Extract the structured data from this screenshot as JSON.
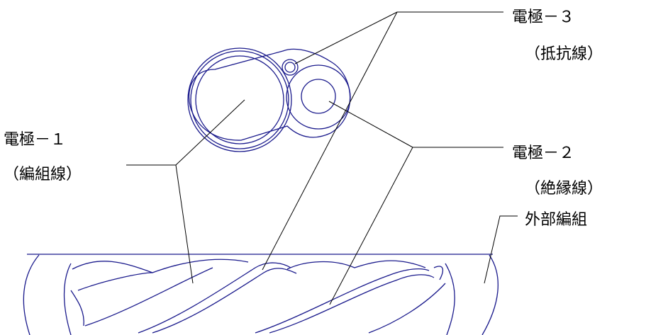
{
  "labels": {
    "electrode3": "電極－３",
    "electrode3_sub": "（抵抗線）",
    "electrode1": "電極－１",
    "electrode1_sub": "（編組線）",
    "electrode2": "電極－２",
    "electrode2_sub": "（絶縁線）",
    "outer_braid": "外部編組"
  },
  "colors": {
    "drawing": "#1a1a8c",
    "leader": "#000000",
    "text": "#000000"
  }
}
